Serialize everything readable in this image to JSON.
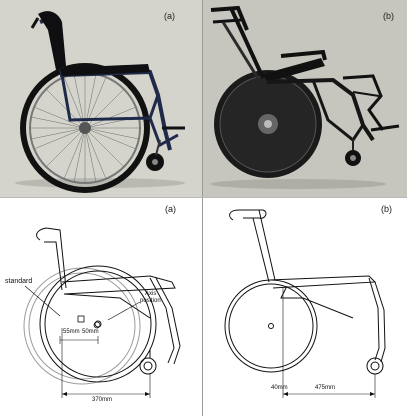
{
  "panels": {
    "photo_a": {
      "label": "(a)"
    },
    "photo_b": {
      "label": "(b)"
    },
    "drawing_a": {
      "label": "(a)",
      "annotations": {
        "standard": "standard",
        "axis_position_line1": "Axis",
        "axis_position_line2": "position",
        "dim_55": "55mm",
        "dim_50": "50mm",
        "dim_370": "370mm"
      }
    },
    "drawing_b": {
      "label": "(b)",
      "annotations": {
        "dim_40": "40mm",
        "dim_475": "475mm"
      }
    }
  },
  "colors": {
    "photo_bg_a": "#d4d4cc",
    "photo_bg_b": "#c6c6be",
    "frame_a": "#1f2a4a",
    "frame_b": "#161616",
    "tire": "#111111",
    "line": "#111111",
    "ghost_line": "#9a9a9a"
  }
}
